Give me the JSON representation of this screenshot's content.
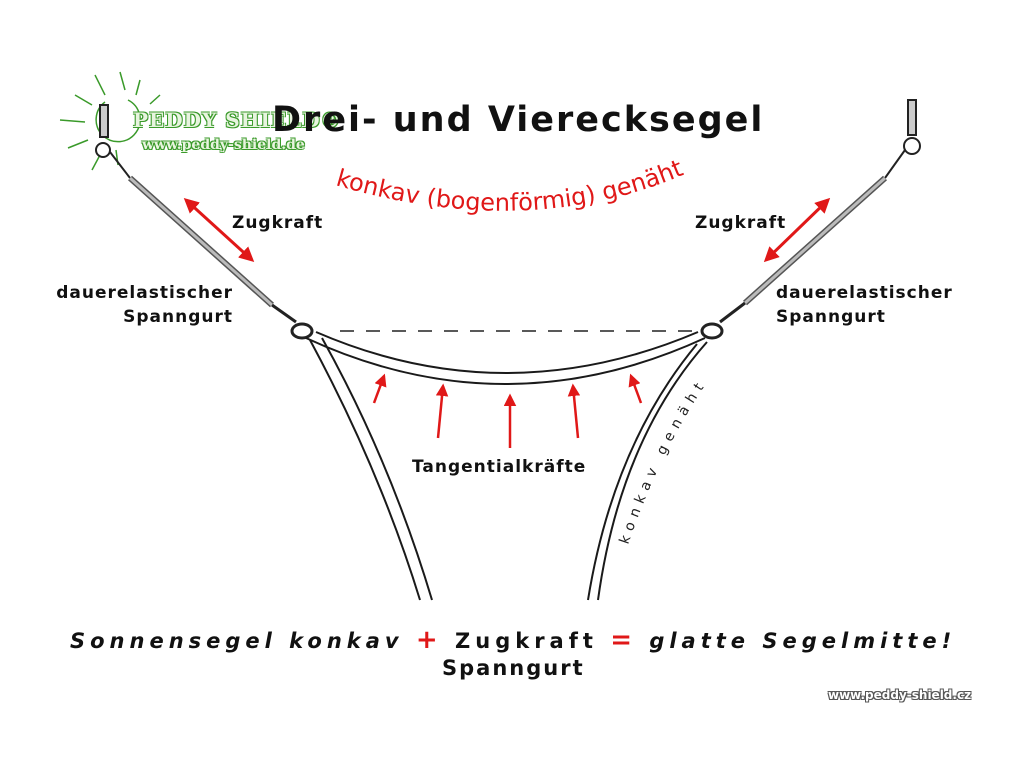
{
  "title": "Drei- und Vierecksegel",
  "subtitle_red": "konkav (bogenförmig) genäht",
  "logo": {
    "name": "PEDDY SHIELD®",
    "url": "www.peddy-shield.de"
  },
  "labels": {
    "zugkraft_left": "Zugkraft",
    "zugkraft_right": "Zugkraft",
    "strap_left_1": "dauerelastischer",
    "strap_left_2": "Spanngurt",
    "strap_right_1": "dauerelastischer",
    "strap_right_2": "Spanngurt",
    "tangential": "Tangentialkräfte",
    "konkav_genaeht": "konkav genäht"
  },
  "formula": {
    "part1": "Sonnensegel konkav",
    "plus": "+",
    "part2": "Zugkraft",
    "equals": "=",
    "part3": "glatte Segelmitte!",
    "below": "Spanngurt"
  },
  "watermark": "www.peddy-shield.cz",
  "colors": {
    "accent_red": "#e01818",
    "logo_green": "#3a9a2a",
    "line": "#1a1a1a"
  }
}
